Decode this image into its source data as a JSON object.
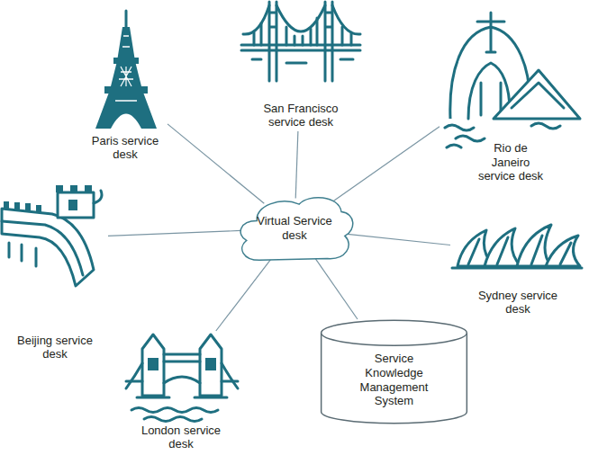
{
  "diagram": {
    "nodes": [
      {
        "text": [
          "San Francisco service desk"
        ]
      },
      {
        "text": [
          "Paris service desk"
        ]
      },
      {
        "text": [
          "Rio de Janeiro service desk"
        ]
      },
      {
        "text": [
          "Virtual Service desk"
        ]
      },
      {
        "text": [
          "Beijing service desk"
        ]
      },
      {
        "text": [
          "Sydney service desk"
        ]
      },
      {
        "text": [
          "Service Knowledge Management System"
        ]
      },
      {
        "text": [
          "London service desk"
        ]
      }
    ],
    "edges": [
      {
        "from": 3,
        "to": 0,
        "arrow": "none"
      },
      {
        "from": 3,
        "to": 1,
        "arrow": "none"
      },
      {
        "from": 3,
        "to": 2,
        "arrow": "none"
      },
      {
        "from": 3,
        "to": 4,
        "arrow": "none"
      },
      {
        "from": 3,
        "to": 5,
        "arrow": "none"
      },
      {
        "from": 3,
        "to": 6,
        "arrow": "none"
      },
      {
        "from": 3,
        "to": 7,
        "arrow": "none"
      }
    ]
  }
}
